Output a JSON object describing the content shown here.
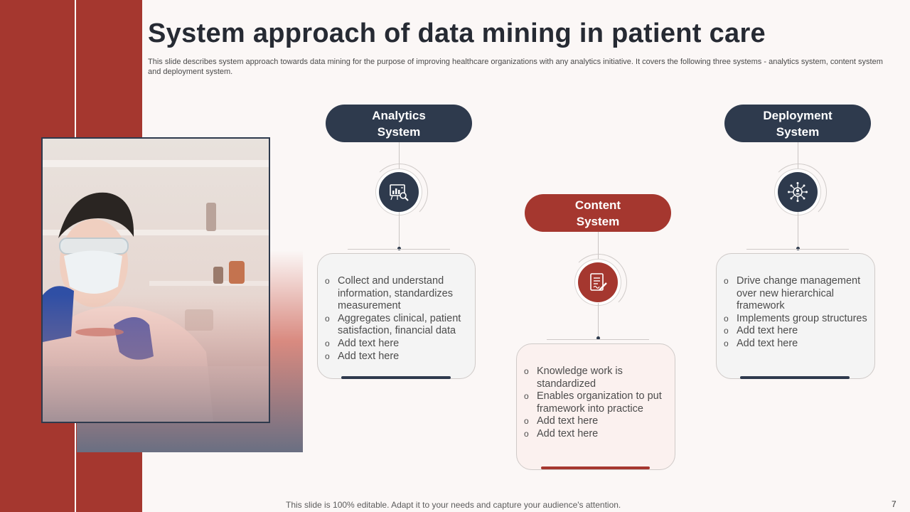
{
  "title": "System approach of data mining in patient care",
  "subtitle": "This slide describes system approach towards data mining for the purpose of improving healthcare organizations with any analytics initiative. It covers the following three systems - analytics system, content system and deployment system.",
  "systems": [
    {
      "name": "Analytics\nSystem",
      "icon": "analytics-chart-icon",
      "items": [
        "Collect and understand information, standardizes measurement",
        "Aggregates clinical, patient satisfaction, financial data",
        "Add text here",
        "Add text here"
      ]
    },
    {
      "name": "Content\nSystem",
      "icon": "document-edit-icon",
      "items": [
        "Knowledge work is standardized",
        "Enables organization to put framework into practice",
        "Add text here",
        "Add text here"
      ]
    },
    {
      "name": "Deployment\nSystem",
      "icon": "network-user-icon",
      "items": [
        "Drive change management over new hierarchical framework",
        "Implements group structures",
        "Add text here",
        "Add text here"
      ]
    }
  ],
  "footer": "This slide is 100% editable. Adapt it to your needs and capture your audience's attention.",
  "page_number": "7",
  "colors": {
    "navy": "#2e3a4d",
    "red": "#a5372f",
    "background": "#fbf7f6"
  }
}
